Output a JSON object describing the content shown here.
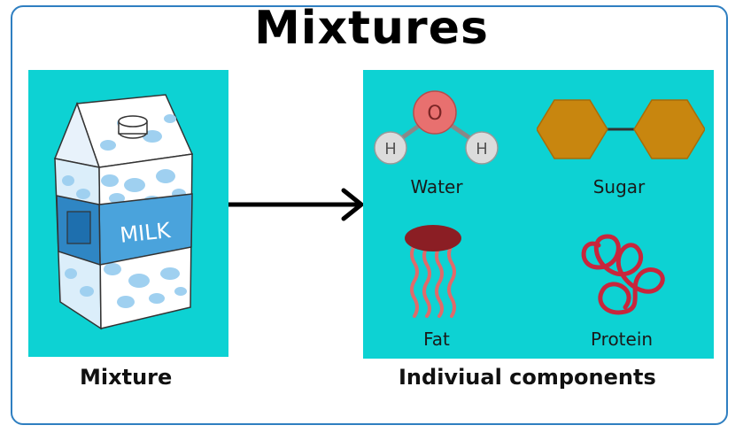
{
  "title": "Mixtures",
  "mixture": {
    "caption": "Mixture",
    "carton_label": "MILK"
  },
  "components": {
    "caption": "Indiviual components",
    "items": [
      {
        "label": "Water",
        "atoms": {
          "center": "O",
          "left": "H",
          "right": "H"
        }
      },
      {
        "label": "Sugar"
      },
      {
        "label": "Fat"
      },
      {
        "label": "Protein"
      }
    ]
  },
  "colors": {
    "border": "#2f7fc1",
    "panel": "#0dd2d3",
    "oxygen": "#e8706f",
    "hydrogen": "#dcdcdc",
    "sugar": "#c8860f",
    "fat": "#8b1e24",
    "fat_tails": "#e06a6a",
    "protein": "#c8263c",
    "carton_blue": "#4aa3dc"
  }
}
